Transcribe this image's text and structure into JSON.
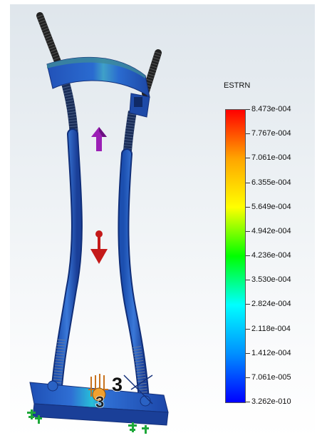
{
  "legend": {
    "title": "ESTRN",
    "labels": [
      "8.473e-004",
      "7.767e-004",
      "7.061e-004",
      "6.355e-004",
      "5.649e-004",
      "4.942e-004",
      "4.236e-004",
      "3.530e-004",
      "2.824e-004",
      "2.118e-004",
      "1.412e-004",
      "7.061e-005",
      "3.262e-010"
    ],
    "gradient_colors": [
      "#ff0000",
      "#ffa500",
      "#ffff00",
      "#00ff00",
      "#00ffff",
      "#0090ff",
      "#0000ff"
    ]
  },
  "model": {
    "load_marker_label": "3"
  }
}
